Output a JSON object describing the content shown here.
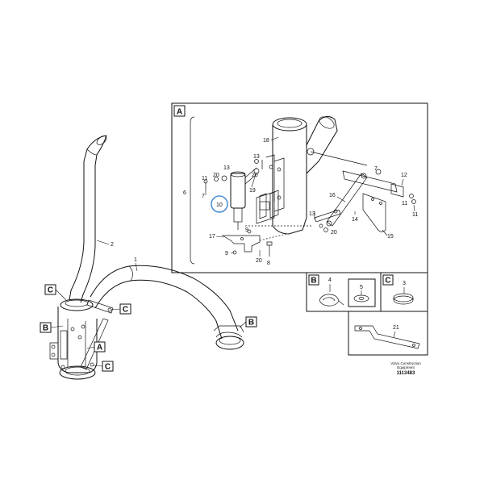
{
  "diagram": {
    "views": {
      "a": "A",
      "b": "B",
      "c": "C"
    },
    "callouts": [
      "C",
      "B",
      "A",
      "C",
      "C",
      "B"
    ],
    "parts": {
      "p1": "1",
      "p2": "2",
      "p3": "3",
      "p4": "4",
      "p5": "5",
      "p6": "6",
      "p7": "7",
      "p8": "8",
      "p9a": "9",
      "p9b": "9",
      "p10": "10",
      "p11a": "11",
      "p11b": "11",
      "p11c": "11",
      "p12": "12",
      "p13a": "13",
      "p13b": "13",
      "p14": "14",
      "p15": "15",
      "p16": "16",
      "p17": "17",
      "p18": "18",
      "p19": "19",
      "p20a": "20",
      "p20b": "20",
      "p20c": "20",
      "p21": "21"
    },
    "footer": {
      "brand_line1": "Volvo Construction",
      "brand_line2": "Equipment",
      "code": "1113483"
    }
  }
}
